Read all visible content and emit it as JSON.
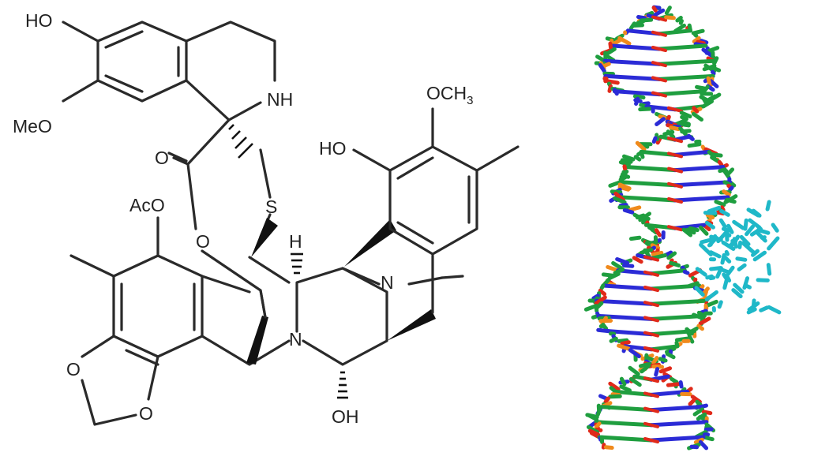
{
  "molecule": {
    "labels": {
      "ho_top": "HO",
      "meo": "MeO",
      "nh": "NH",
      "carbonyl_o": "O",
      "ester_o": "O",
      "sulfur": "S",
      "aco": "AcO",
      "och3_main": "OCH",
      "och3_sub": "3",
      "ho_right": "HO",
      "hydrogen": "H",
      "n_bridge": "N",
      "n_central": "N",
      "dioxole_o1": "O",
      "dioxole_o2": "O",
      "oh_bottom": "OH"
    }
  },
  "dna_model": {
    "colors": {
      "carbon": "#1f9e3f",
      "nitrogen": "#2b2bd6",
      "oxygen": "#e02a1a",
      "phosphorus": "#f08a1c",
      "ligand": "#1fb8c8"
    }
  }
}
